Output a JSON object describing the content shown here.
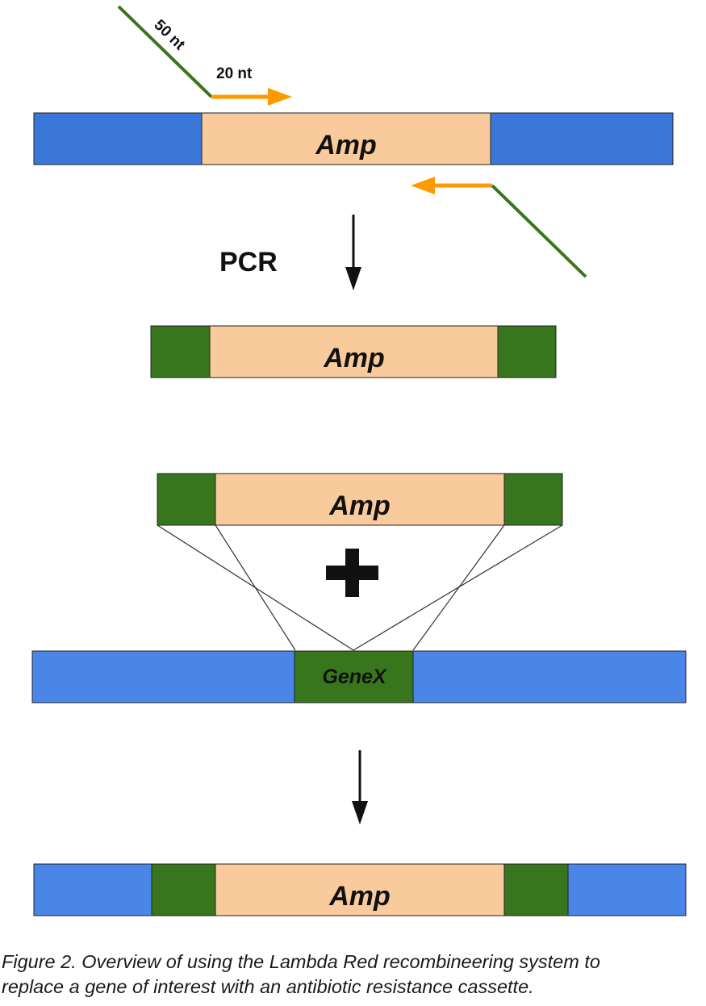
{
  "labels": {
    "primer_homology": "50 nt",
    "primer_priming": "20 nt",
    "pcr": "PCR",
    "amp": "Amp",
    "gene": "GeneX"
  },
  "caption": {
    "line1": "Figure 2. Overview of using the Lambda Red recombineering system to",
    "line2": "replace a gene of interest with an antibiotic resistance cassette."
  },
  "colors": {
    "chromosome_blue": "#3b76d9",
    "chromosome_blue_light": "#4a86e8",
    "homology_green": "#38761d",
    "amp_peach": "#f9cb9c",
    "primer_orange": "#ff9900",
    "primer_green": "#38761d",
    "outline": "#222222"
  }
}
